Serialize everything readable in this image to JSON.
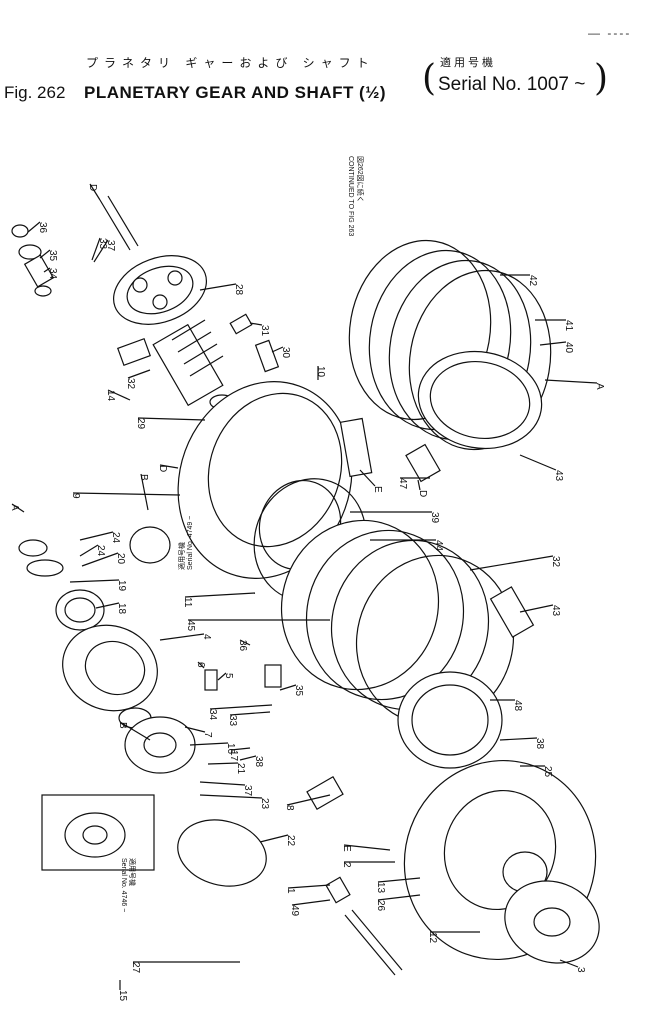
{
  "header": {
    "japanese_title": "プラネタリ ギャーおよび シャフト",
    "figure_number": "Fig. 262",
    "title": "PLANETARY GEAR AND SHAFT (½)",
    "paren_open": "(",
    "paren_close": ")",
    "japanese_serial": "適用号機",
    "serial": "Serial No. 1007 ~",
    "corner_dashes": "— ----"
  },
  "notes": {
    "continued_jp": "図262図に続く",
    "continued_en": "CONTINUED TO FIG 263",
    "serial_note_1": "Serial No. 4749 ~",
    "serial_note_1_jp": "適用号機",
    "serial_note_2": "Serial No. 4746 ~",
    "serial_note_2_jp": "適用号機"
  },
  "callouts": [
    "36",
    "35",
    "34",
    "33",
    "37",
    "D",
    "28",
    "31",
    "30",
    "10",
    "32",
    "14",
    "29",
    "D",
    "9",
    "A",
    "B",
    "24",
    "24",
    "20",
    "19",
    "18",
    "11",
    "E",
    "47",
    "D",
    "39",
    "44",
    "45",
    "4",
    "5",
    "6",
    "36",
    "35",
    "34",
    "33",
    "7",
    "16",
    "17",
    "21",
    "38",
    "37",
    "23",
    "22",
    "8",
    "32",
    "43",
    "48",
    "38",
    "25",
    "E",
    "2",
    "1",
    "49",
    "13",
    "26",
    "27",
    "12",
    "3",
    "A",
    "40",
    "41",
    "42",
    "43",
    "B",
    "15"
  ],
  "colors": {
    "ink": "#111111",
    "paper": "#ffffff"
  }
}
